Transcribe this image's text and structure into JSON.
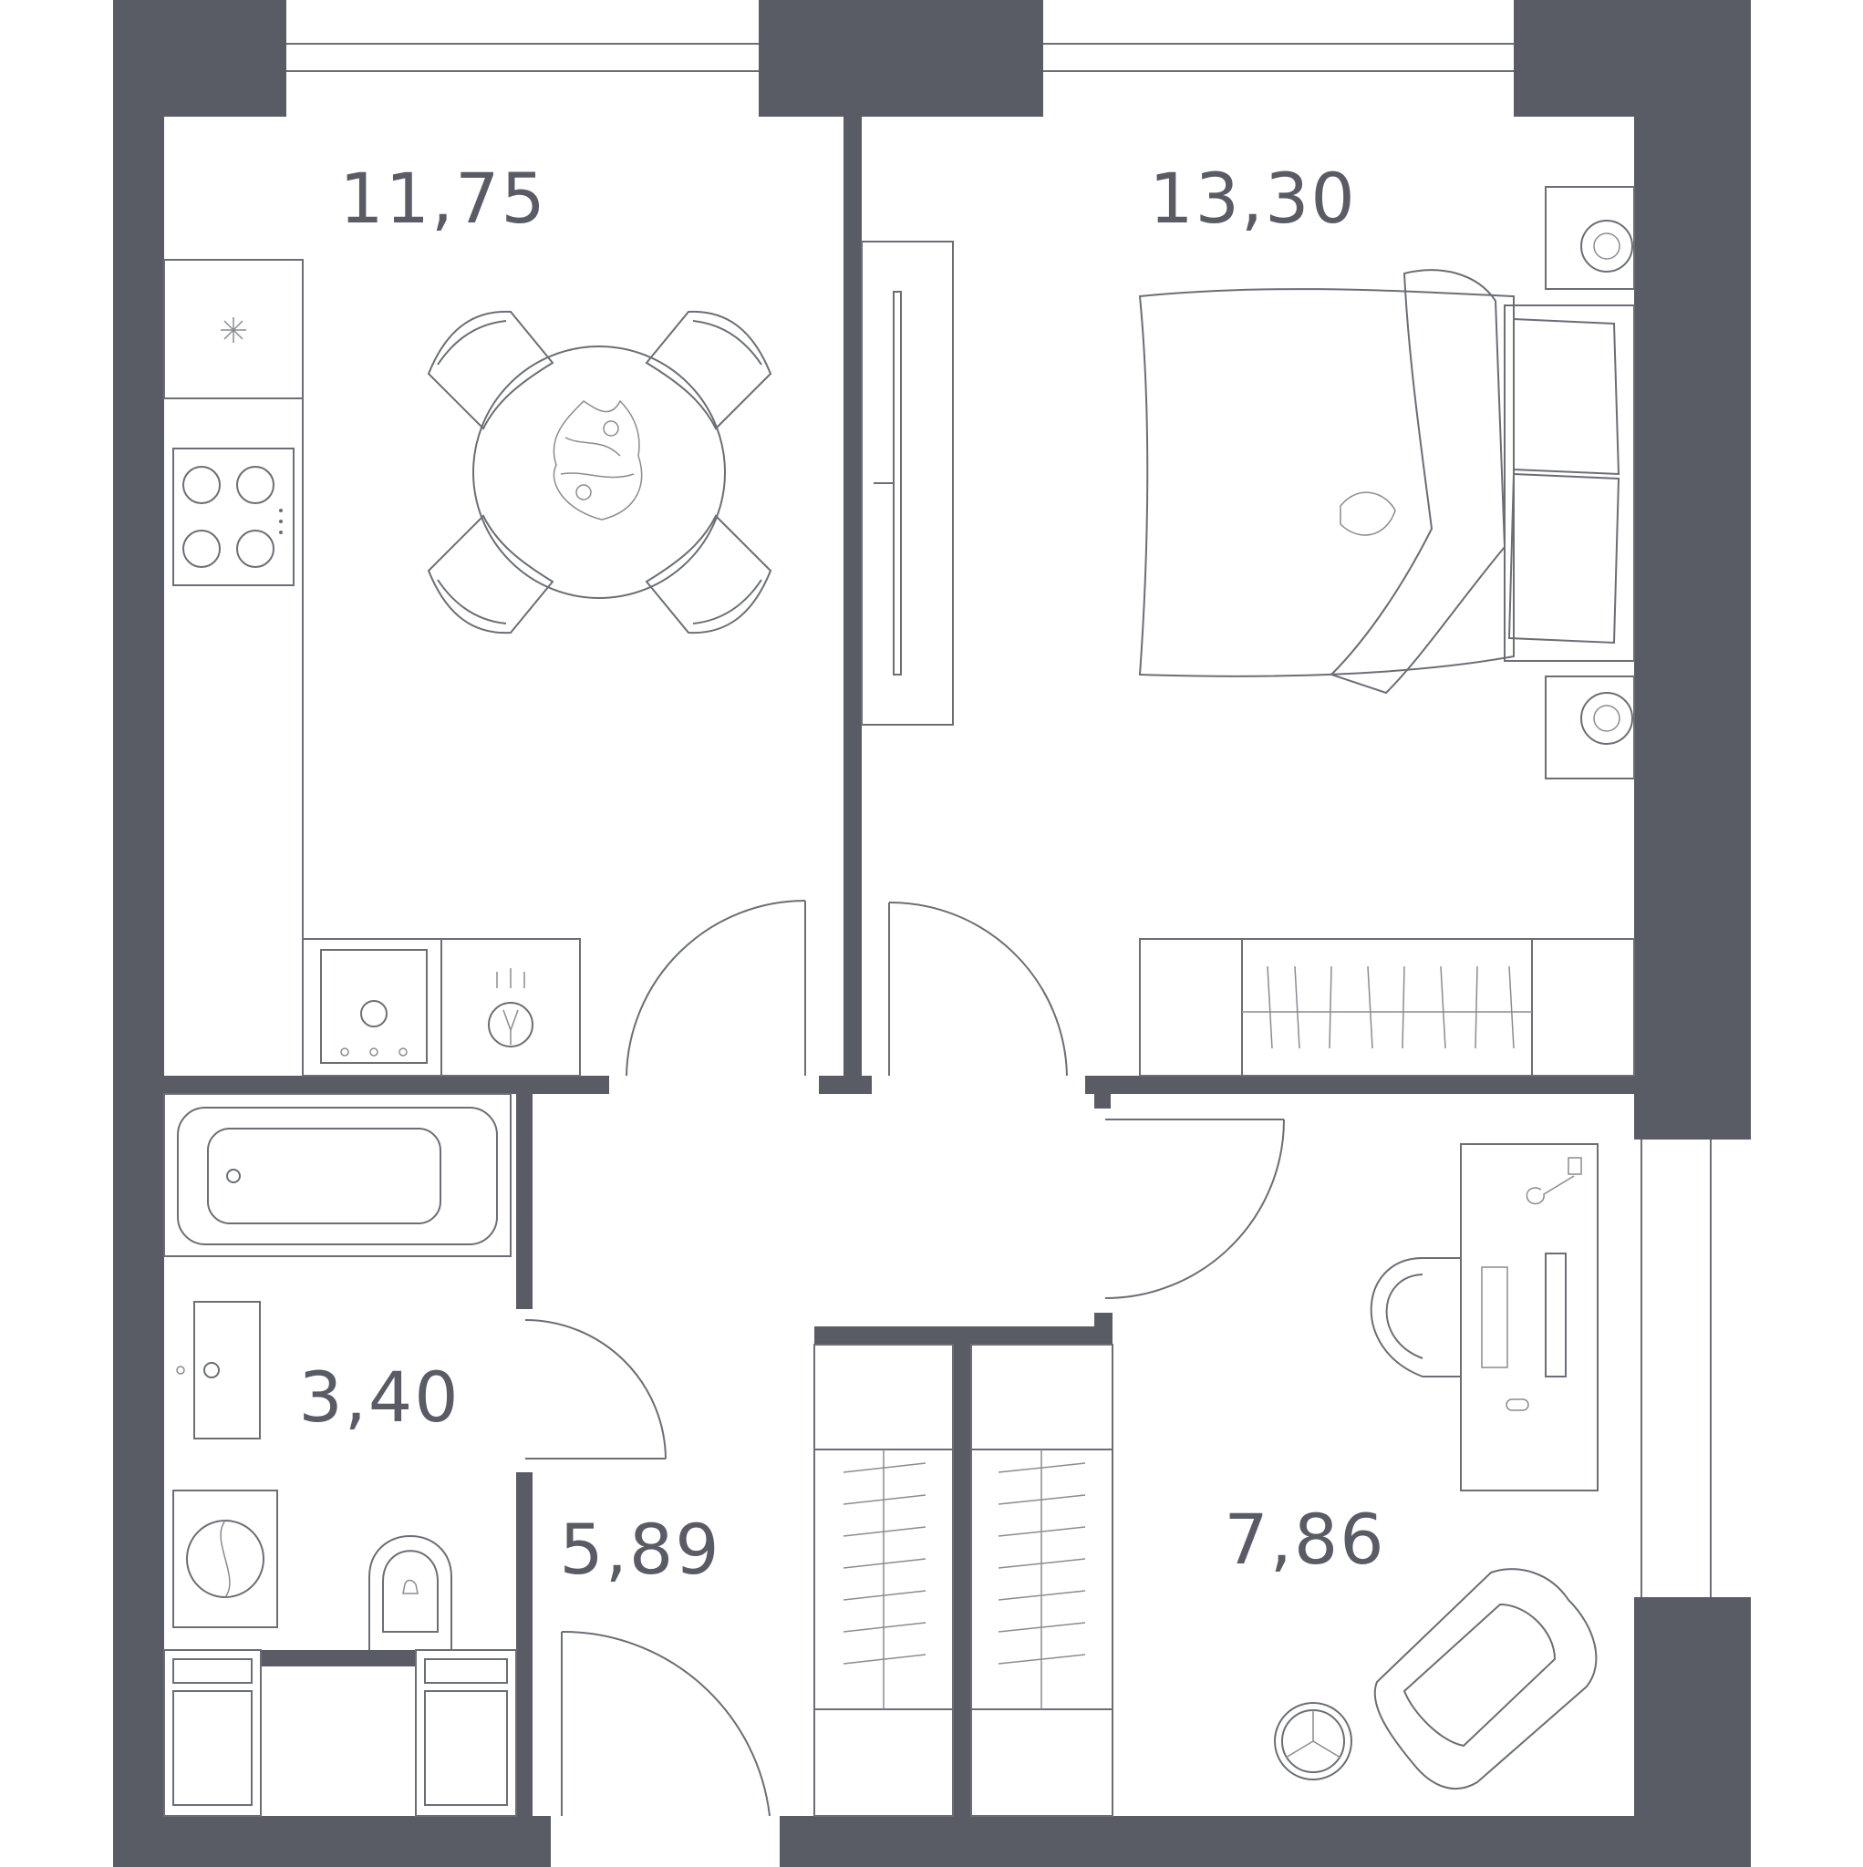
{
  "colors": {
    "wall": "#595c64",
    "line": "#6b6e75",
    "background": "#ffffff"
  },
  "rooms": [
    {
      "id": "kitchen",
      "area": "11,75"
    },
    {
      "id": "bedroom",
      "area": "13,30"
    },
    {
      "id": "bathroom",
      "area": "3,40"
    },
    {
      "id": "hallway",
      "area": "5,89"
    },
    {
      "id": "study",
      "area": "7,86"
    }
  ],
  "icons": [
    "fridge-icon",
    "stove-icon",
    "dishwasher-icon",
    "sink-icon",
    "dining-table-icon",
    "bed-icon",
    "tv-icon",
    "nightstand-icon",
    "wardrobe-icon",
    "bathtub-icon",
    "washbasin-icon",
    "washing-machine-icon",
    "toilet-icon",
    "desk-icon",
    "chair-icon",
    "armchair-icon"
  ]
}
